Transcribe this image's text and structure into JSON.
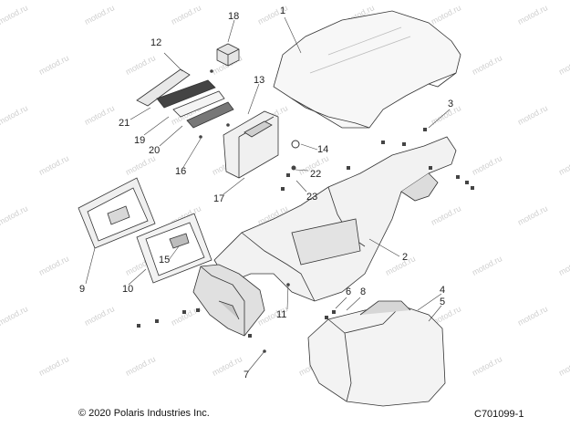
{
  "watermark": {
    "text": "motod.ru"
  },
  "callouts": [
    "1",
    "2",
    "3",
    "4",
    "5",
    "6",
    "7",
    "8",
    "9",
    "10",
    "11",
    "12",
    "13",
    "14",
    "15",
    "16",
    "17",
    "18",
    "19",
    "20",
    "21",
    "22",
    "23"
  ],
  "footer": {
    "copyright": "© 2020 Polaris Industries Inc.",
    "figure_code": "C701099-1"
  },
  "colors": {
    "line": "#333333",
    "fill_light": "#f4f4f4",
    "fill_shade": "#d9d9d9",
    "fill_dark": "#8a8a8a"
  }
}
